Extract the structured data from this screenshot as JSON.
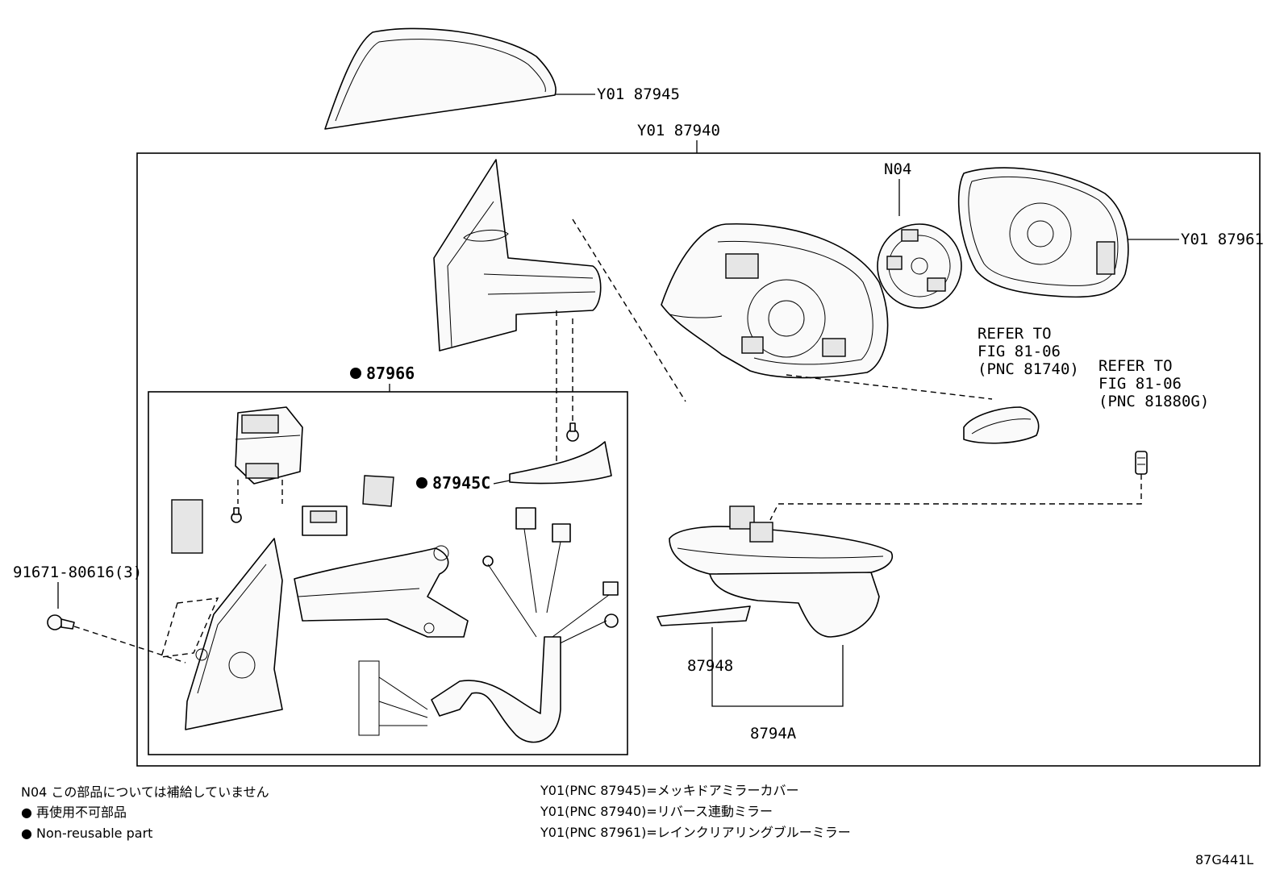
{
  "callouts": {
    "cover": "Y01 87945",
    "mirror_assy": "Y01 87940",
    "n04": "N04",
    "mirror_glass": "Y01 87961",
    "refer_a": [
      "REFER TO",
      "FIG 81-06",
      "(PNC 81740)"
    ],
    "refer_b": [
      "REFER TO",
      "FIG 81-06",
      "(PNC 81880G)"
    ],
    "sub_assy": "87966",
    "cover_c": "87945C",
    "bolt": "91671-80616(3)",
    "plate": "87948",
    "lamp": "8794A"
  },
  "notes": {
    "n04_note": "N04 この部品については補給していません",
    "nonreuse_jp": "● 再使用不可部品",
    "nonreuse_en": "● Non-reusable part",
    "pnc_87945": "Y01(PNC 87945)=メッキドアミラーカバー",
    "pnc_87940": "Y01(PNC 87940)=リバース連動ミラー",
    "pnc_87961": "Y01(PNC 87961)=レインクリアリングブルーミラー"
  },
  "figure_id": "87G441L",
  "icons": {
    "non_reusable_marker": "filled-circle-icon"
  }
}
